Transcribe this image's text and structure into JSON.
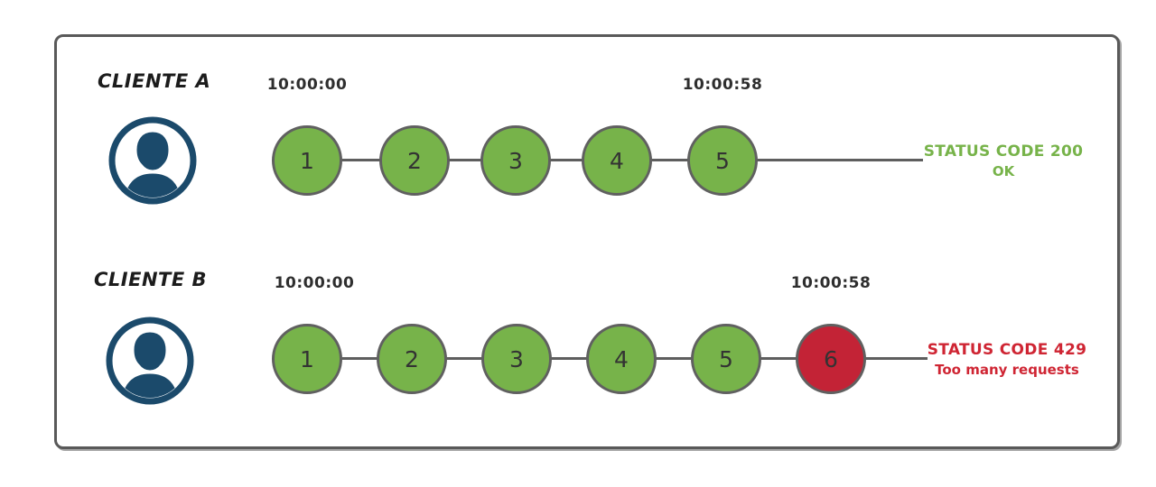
{
  "colors": {
    "frame_border": "#595959",
    "timeline_line": "#5e5e5e",
    "circle_border": "#606060",
    "request_ok_fill": "#77b34a",
    "request_limited_fill": "#c32336",
    "status_ok_text": "#77b34a",
    "status_limited_text": "#cf2533",
    "avatar_icon": "#1b4a6b",
    "timestamp_text": "#2e2e2e"
  },
  "rows": [
    {
      "client_label": "CLIENTE A",
      "start_time": "10:00:00",
      "end_time": "10:00:58",
      "requests": [
        {
          "n": "1",
          "state": "ok"
        },
        {
          "n": "2",
          "state": "ok"
        },
        {
          "n": "3",
          "state": "ok"
        },
        {
          "n": "4",
          "state": "ok"
        },
        {
          "n": "5",
          "state": "ok"
        }
      ],
      "status": {
        "line1": "STATUS CODE 200",
        "line2": "OK",
        "state": "ok"
      }
    },
    {
      "client_label": "CLIENTE B",
      "start_time": "10:00:00",
      "end_time": "10:00:58",
      "requests": [
        {
          "n": "1",
          "state": "ok"
        },
        {
          "n": "2",
          "state": "ok"
        },
        {
          "n": "3",
          "state": "ok"
        },
        {
          "n": "4",
          "state": "ok"
        },
        {
          "n": "5",
          "state": "ok"
        },
        {
          "n": "6",
          "state": "limited"
        }
      ],
      "status": {
        "line1": "STATUS CODE 429",
        "line2": "Too many requests",
        "state": "limited"
      }
    }
  ]
}
